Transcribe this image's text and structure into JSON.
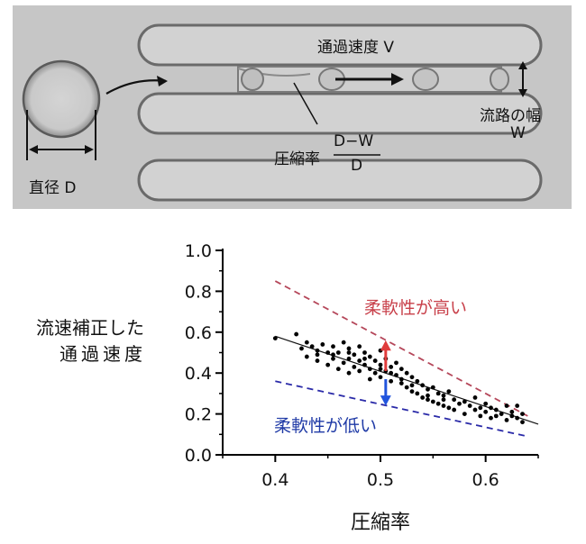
{
  "micrograph": {
    "velocity_label": "通過速度 V",
    "channel_width_label": "流路の幅",
    "channel_width_symbol": "W",
    "compression_label": "圧縮率",
    "compression_numerator": "D−W",
    "compression_denominator": "D",
    "diameter_label": "直径 D"
  },
  "chart_data": {
    "type": "scatter",
    "xlabel": "圧縮率",
    "ylabel_line1": "流速補正した",
    "ylabel_line2": "通過速度",
    "xlim": [
      0.35,
      0.65
    ],
    "ylim": [
      0.0,
      1.0
    ],
    "x_ticks": [
      "0.4",
      "0.5",
      "0.6"
    ],
    "y_ticks": [
      "0.0",
      "0.2",
      "0.4",
      "0.6",
      "0.8",
      "1.0"
    ],
    "annotations": {
      "high_flexibility": "柔軟性が高い",
      "low_flexibility": "柔軟性が低い"
    },
    "fit_line": {
      "x": [
        0.4,
        0.65
      ],
      "y": [
        0.58,
        0.15
      ]
    },
    "upper_bound_line": {
      "x": [
        0.4,
        0.64
      ],
      "y": [
        0.85,
        0.19
      ]
    },
    "lower_bound_line": {
      "x": [
        0.4,
        0.64
      ],
      "y": [
        0.36,
        0.09
      ]
    },
    "colors": {
      "points": "#000000",
      "upper": "#b5475a",
      "lower": "#2a2aa8",
      "high_text": "#c8404a",
      "low_text": "#1f3aa6",
      "up_arrow": "#e03c3c",
      "down_arrow": "#2255dd"
    },
    "points": [
      [
        0.4,
        0.57
      ],
      [
        0.42,
        0.59
      ],
      [
        0.425,
        0.52
      ],
      [
        0.43,
        0.55
      ],
      [
        0.43,
        0.48
      ],
      [
        0.435,
        0.53
      ],
      [
        0.44,
        0.51
      ],
      [
        0.44,
        0.46
      ],
      [
        0.445,
        0.54
      ],
      [
        0.45,
        0.5
      ],
      [
        0.45,
        0.44
      ],
      [
        0.455,
        0.53
      ],
      [
        0.455,
        0.47
      ],
      [
        0.46,
        0.5
      ],
      [
        0.46,
        0.42
      ],
      [
        0.465,
        0.55
      ],
      [
        0.465,
        0.45
      ],
      [
        0.47,
        0.52
      ],
      [
        0.47,
        0.47
      ],
      [
        0.47,
        0.4
      ],
      [
        0.475,
        0.49
      ],
      [
        0.475,
        0.43
      ],
      [
        0.48,
        0.53
      ],
      [
        0.48,
        0.46
      ],
      [
        0.48,
        0.41
      ],
      [
        0.485,
        0.5
      ],
      [
        0.485,
        0.44
      ],
      [
        0.49,
        0.48
      ],
      [
        0.49,
        0.42
      ],
      [
        0.49,
        0.37
      ],
      [
        0.495,
        0.46
      ],
      [
        0.495,
        0.4
      ],
      [
        0.5,
        0.51
      ],
      [
        0.5,
        0.44
      ],
      [
        0.5,
        0.38
      ],
      [
        0.505,
        0.47
      ],
      [
        0.505,
        0.41
      ],
      [
        0.51,
        0.43
      ],
      [
        0.51,
        0.36
      ],
      [
        0.515,
        0.45
      ],
      [
        0.515,
        0.39
      ],
      [
        0.52,
        0.42
      ],
      [
        0.52,
        0.35
      ],
      [
        0.525,
        0.4
      ],
      [
        0.525,
        0.33
      ],
      [
        0.53,
        0.38
      ],
      [
        0.53,
        0.31
      ],
      [
        0.535,
        0.36
      ],
      [
        0.535,
        0.3
      ],
      [
        0.54,
        0.34
      ],
      [
        0.54,
        0.28
      ],
      [
        0.545,
        0.32
      ],
      [
        0.545,
        0.27
      ],
      [
        0.55,
        0.33
      ],
      [
        0.55,
        0.26
      ],
      [
        0.555,
        0.3
      ],
      [
        0.555,
        0.25
      ],
      [
        0.56,
        0.29
      ],
      [
        0.56,
        0.24
      ],
      [
        0.565,
        0.31
      ],
      [
        0.565,
        0.23
      ],
      [
        0.57,
        0.27
      ],
      [
        0.57,
        0.22
      ],
      [
        0.58,
        0.26
      ],
      [
        0.58,
        0.2
      ],
      [
        0.585,
        0.24
      ],
      [
        0.59,
        0.28
      ],
      [
        0.59,
        0.22
      ],
      [
        0.595,
        0.19
      ],
      [
        0.6,
        0.25
      ],
      [
        0.6,
        0.21
      ],
      [
        0.605,
        0.23
      ],
      [
        0.605,
        0.18
      ],
      [
        0.61,
        0.22
      ],
      [
        0.61,
        0.19
      ],
      [
        0.615,
        0.2
      ],
      [
        0.62,
        0.24
      ],
      [
        0.62,
        0.17
      ],
      [
        0.625,
        0.21
      ],
      [
        0.63,
        0.18
      ],
      [
        0.63,
        0.24
      ],
      [
        0.635,
        0.16
      ],
      [
        0.635,
        0.2
      ],
      [
        0.47,
        0.5
      ],
      [
        0.5,
        0.42
      ],
      [
        0.52,
        0.37
      ],
      [
        0.545,
        0.29
      ],
      [
        0.575,
        0.25
      ],
      [
        0.455,
        0.49
      ],
      [
        0.485,
        0.47
      ],
      [
        0.51,
        0.4
      ],
      [
        0.53,
        0.34
      ],
      [
        0.56,
        0.27
      ],
      [
        0.595,
        0.23
      ],
      [
        0.625,
        0.19
      ],
      [
        0.44,
        0.49
      ]
    ]
  }
}
